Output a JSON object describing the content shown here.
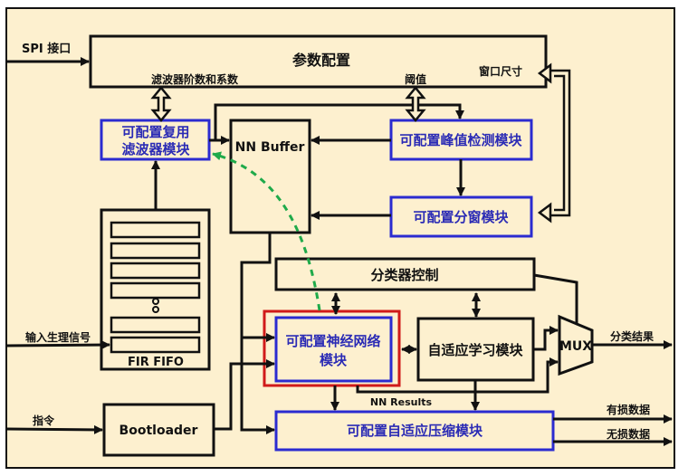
{
  "diagram": {
    "colors": {
      "background": "#fdf0cf",
      "frame": "#111111",
      "configurable_block_border": "#2b2bd0",
      "configurable_text": "#2b2bb5",
      "highlight_border": "#d01a1a",
      "dashed_arrow": "#1faa4a"
    },
    "inputs": {
      "spi": "SPI 接口",
      "bio_signal": "输入生理信号",
      "command": "指令"
    },
    "blocks": {
      "param_config": "参数配置",
      "filter_line1": "可配置复用",
      "filter_line2": "滤波器模块",
      "nn_buffer": "NN Buffer",
      "peak_detect": "可配置峰值检测模块",
      "windowing": "可配置分窗模块",
      "fir_fifo": "FIR FIFO",
      "classifier_ctrl": "分类器控制",
      "nn_line1": "可配置神经网络",
      "nn_line2": "模块",
      "adaptive_learning": "自适应学习模块",
      "mux": "MUX",
      "bootloader": "Bootloader",
      "compression": "可配置自适应压缩模块"
    },
    "signals": {
      "filter_params": "滤波器阶数和系数",
      "threshold": "阈值",
      "window_size": "窗口尺寸",
      "nn_results": "NN Results"
    },
    "outputs": {
      "classification": "分类结果",
      "lossy": "有损数据",
      "lossless": "无损数据"
    }
  }
}
